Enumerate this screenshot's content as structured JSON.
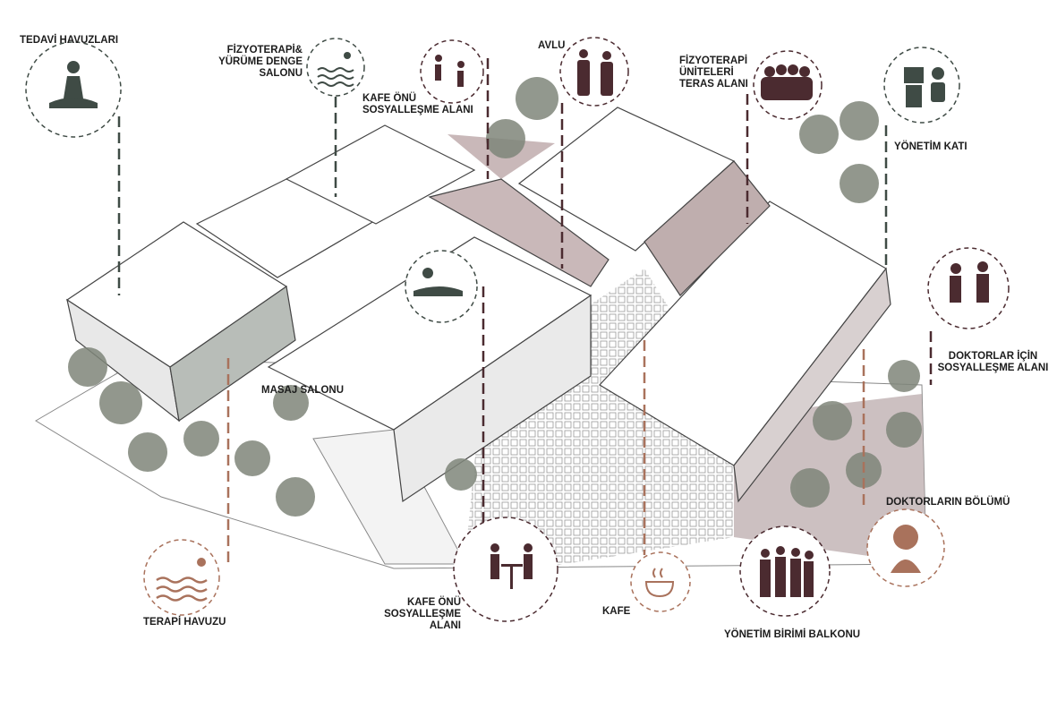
{
  "colors": {
    "green": "#3f4b45",
    "maroon": "#4b2b30",
    "copper": "#a9725c",
    "pavement": "#b9a7a8"
  },
  "labels": {
    "tedavi_havuzlari": "TEDAVİ HAVUZLARI",
    "fizyoterapi_yurume": "FİZYOTERAPİ&\nYÜRÜME DENGE\nSALONU",
    "kafe_onu_top": "KAFE ÖNÜ\nSOSYALLEŞME ALANI",
    "avlu": "AVLU",
    "fizyoterapi_teras": "FİZYOTERAPİ\nÜNİTELERİ\nTERAS ALANI",
    "yonetim_kati": "YÖNETİM KATI",
    "doktorlar_sosyal": "DOKTORLAR İÇİN\nSOSYALLEŞME ALANI",
    "doktorlarin_bolumu": "DOKTORLARIN BÖLÜMÜ",
    "masaj_salonu": "MASAJ SALONU",
    "terapi_havuzu": "TERAPİ HAVUZU",
    "kafe_onu_bottom": "KAFE ÖNÜ\nSOSYALLEŞME ALANI",
    "kafe": "KAFE",
    "yonetim_balkonu": "YÖNETİM BİRİMİ BALKONU"
  }
}
